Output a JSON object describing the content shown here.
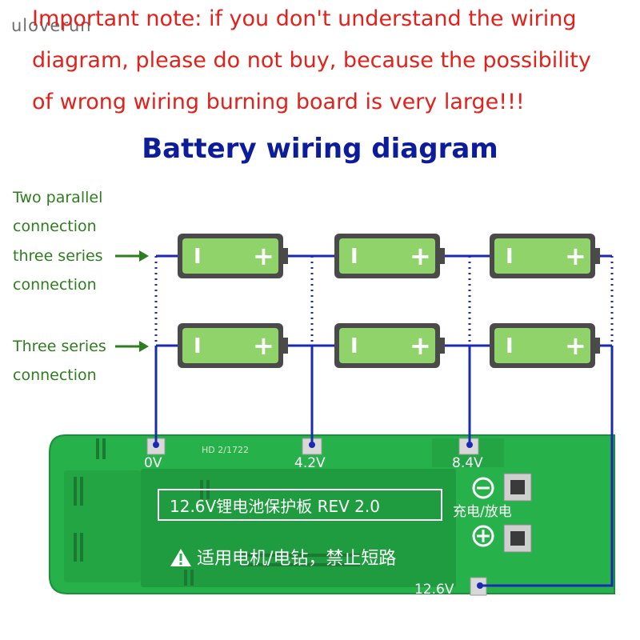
{
  "watermark": "uloverun",
  "note": {
    "lines": [
      "Important note: if you don't understand the wiring",
      "diagram, please do not buy, because the possibility",
      "of wrong wiring burning board is very large!!!"
    ]
  },
  "title": "Battery wiring diagram",
  "labels": {
    "parallel": [
      "Two parallel",
      "connection",
      "three series",
      "connection"
    ],
    "series": [
      "Three series",
      "connection"
    ]
  },
  "battery": {
    "minus": "I",
    "plus": "+"
  },
  "board": {
    "terminals": [
      "0V",
      "4.2V",
      "8.4V",
      "12.6V"
    ],
    "model": "12.6V锂电池保护板 REV 2.0",
    "warning": "适用电机/电钻，禁止短路",
    "charge": "充电/放电",
    "silk": "HD 2/1722"
  },
  "colors": {
    "note": "#e3211b",
    "title": "#0c1c9a",
    "label": "#2e7d1f",
    "wire": "#1b2ab3",
    "battery_fill": "#8fd36a",
    "board": "#27b14a"
  }
}
